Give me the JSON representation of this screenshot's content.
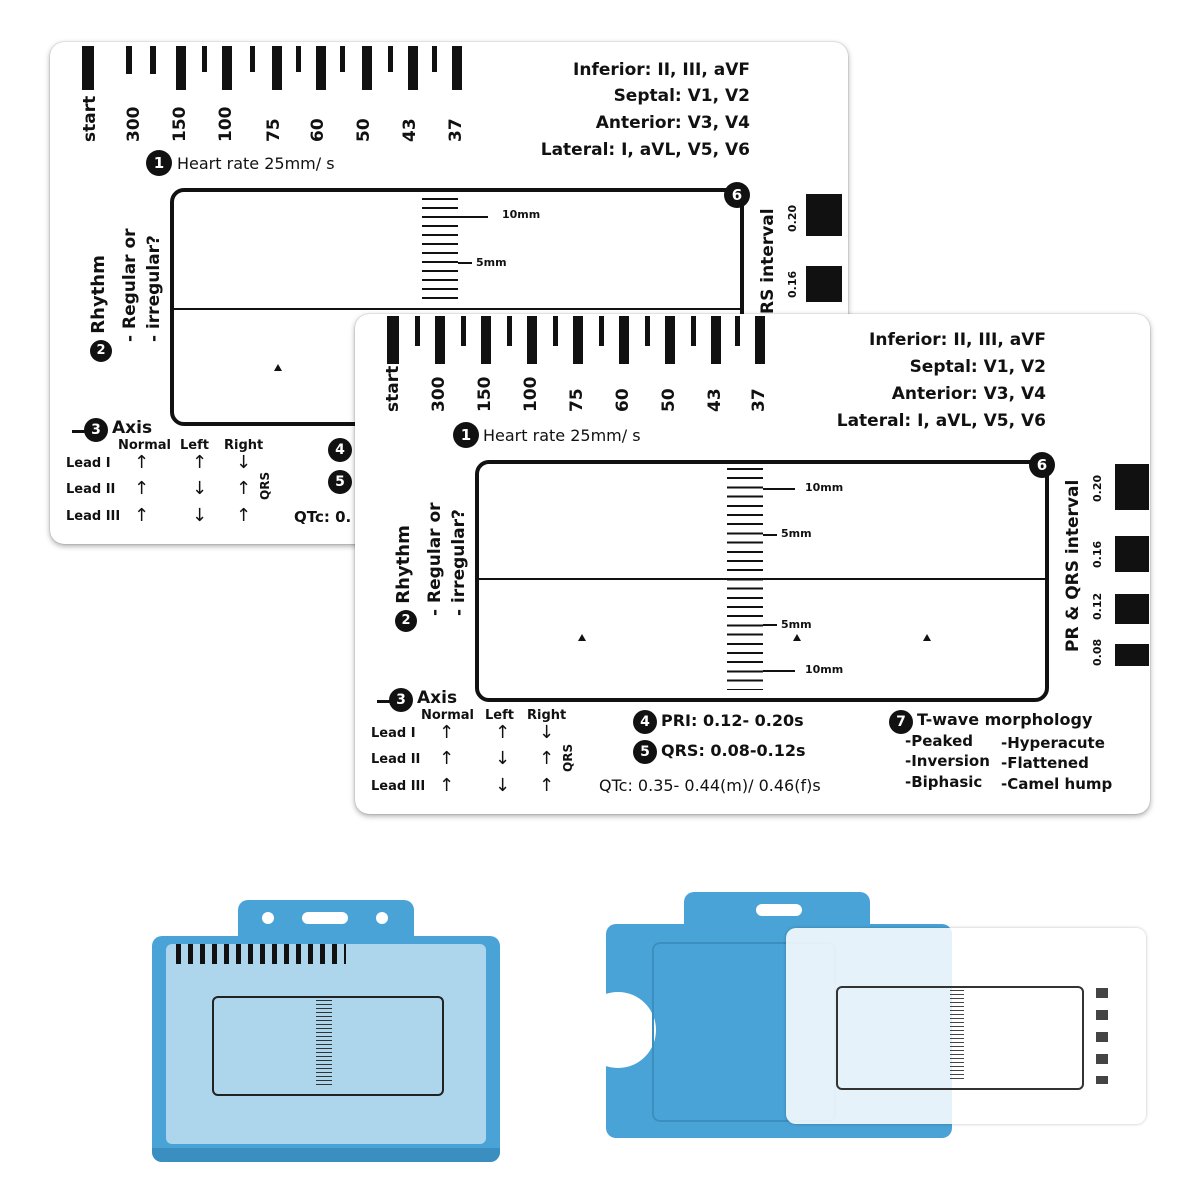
{
  "card": {
    "rate_labels": [
      "start",
      "300",
      "150",
      "100",
      "75",
      "60",
      "50",
      "43",
      "37"
    ],
    "heart_rate_label": "Heart rate 25mm/ s",
    "leads": {
      "inferior": "Inferior: II, III, aVF",
      "septal": "Septal: V1, V2",
      "anterior": "Anterior: V3, V4",
      "lateral": "Lateral: I, aVL, V5, V6"
    },
    "rhythm": {
      "title": "Rhythm",
      "line1": "- Regular or",
      "line2": "- irregular?"
    },
    "scale": {
      "ten_mm": "10mm",
      "five_mm": "5mm"
    },
    "interval": {
      "title": "PR & QRS interval",
      "title_partial": "RS interval",
      "values": [
        "0.20",
        "0.16",
        "0.12",
        "0.08"
      ]
    },
    "axis": {
      "title": "Axis",
      "normal": "Normal",
      "left": "Left",
      "right": "Right",
      "lead1": "Lead I",
      "lead2": "Lead II",
      "lead3": "Lead III",
      "qrs": "QRS"
    },
    "pri": "PRI: 0.12- 0.20s",
    "qrs": "QRS: 0.08-0.12s",
    "qtc": "QTc: 0.35- 0.44(m)/ 0.46(f)s",
    "qtc_partial": "QTc: 0.",
    "twave": {
      "title": "T-wave morphology",
      "peaked": "-Peaked",
      "inversion": "-Inversion",
      "biphasic": "-Biphasic",
      "hyperacute": "-Hyperacute",
      "flattened": "-Flattened",
      "camel": "-Camel hump"
    },
    "numbers": [
      "1",
      "2",
      "3",
      "4",
      "5",
      "6",
      "7"
    ]
  },
  "colors": {
    "holder_blue": "#4aa3d6",
    "ink": "#111111"
  }
}
